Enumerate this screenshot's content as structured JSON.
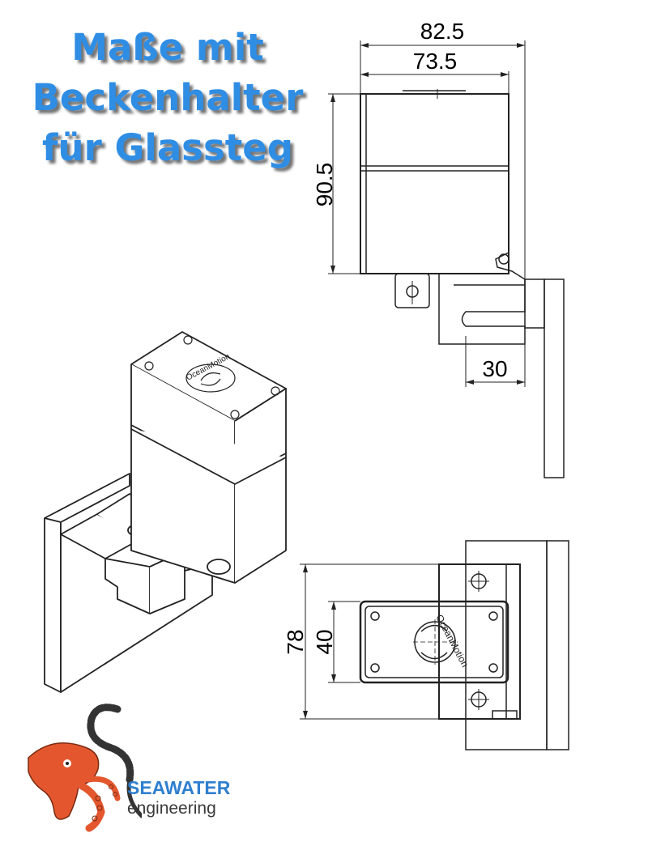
{
  "title": {
    "line1": "Maße mit",
    "line2": "Beckenhalter",
    "line3": "für Glassteg"
  },
  "dimensions": {
    "width_outer": "82.5",
    "width_body": "73.5",
    "height": "90.5",
    "glass": "30",
    "depth_outer": "78",
    "depth_inner": "40"
  },
  "product_logo": "OceanMotion",
  "brand": {
    "name": "SEAWATER",
    "sub": "engineering"
  },
  "colors": {
    "title": "#2f8de4",
    "brand_orange": "#e4572e",
    "brand_blue": "#2f7fcf"
  }
}
